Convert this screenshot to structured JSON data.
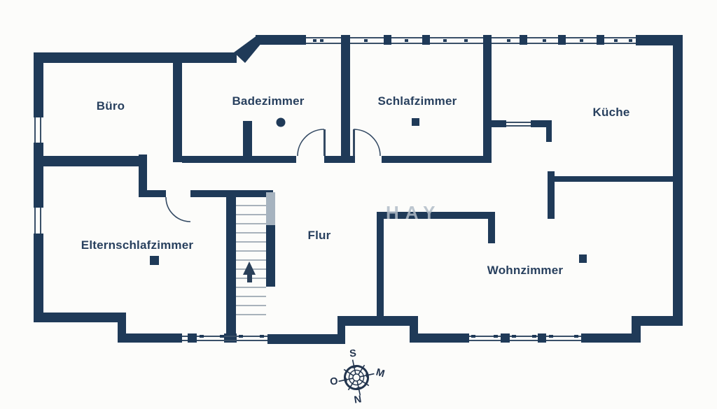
{
  "plan_title": "floor-plan",
  "rooms": [
    {
      "name": "Büro"
    },
    {
      "name": "Badezimmer"
    },
    {
      "name": "Schlafzimmer"
    },
    {
      "name": "Küche"
    },
    {
      "name": "Elternschlafzimmer"
    },
    {
      "name": "Flur"
    },
    {
      "name": "Wohnzimmer"
    }
  ],
  "compass": {
    "top": "S",
    "right": "M",
    "left": "O",
    "bottom": "N"
  },
  "watermark": {
    "text": "HAY"
  },
  "symbols": [
    {
      "room": "Badezimmer",
      "shape": "circle"
    },
    {
      "room": "Schlafzimmer",
      "shape": "square"
    },
    {
      "room": "Elternschlafzimmer",
      "shape": "square"
    },
    {
      "room": "Wohnzimmer",
      "shape": "square"
    }
  ],
  "stairs": {
    "direction": "up"
  },
  "colors": {
    "wall": "#1f3a58",
    "window_line": "#3a5068",
    "tread": "#8b99a6",
    "gray_wall": "#a6b3bf",
    "label": "#28405e",
    "background": "#fcfcfa"
  }
}
